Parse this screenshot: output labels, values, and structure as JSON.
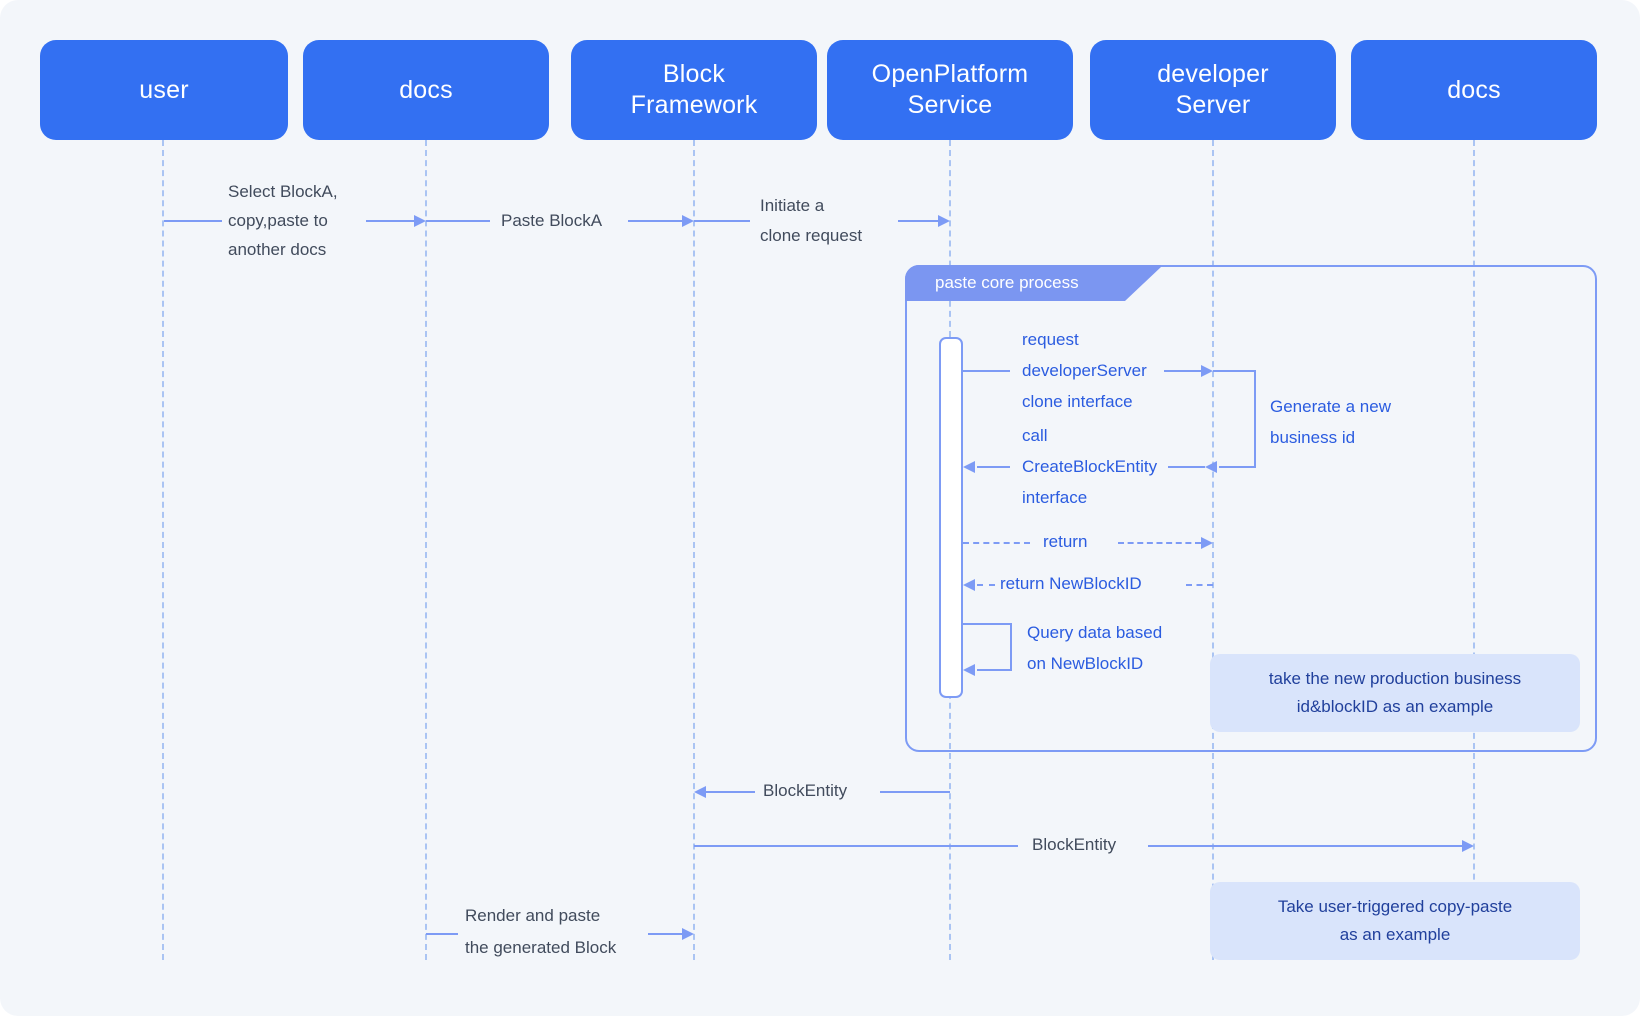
{
  "diagram": {
    "actors": [
      {
        "label": "user"
      },
      {
        "label": "docs"
      },
      {
        "label": "Block\nFramework"
      },
      {
        "label": "OpenPlatform\nService"
      },
      {
        "label": "developer\nServer"
      },
      {
        "label": "docs"
      }
    ],
    "frame": {
      "label": "paste core process"
    },
    "messages": {
      "select_copy_paste": "Select BlockA,\ncopy,paste to\nanother docs",
      "paste_blocka": "Paste BlockA",
      "initiate_clone": "Initiate a\nclone request",
      "request_developer_clone": "request\ndeveloperServer\nclone interface",
      "generate_business_id": "Generate a new\nbusiness id",
      "call_create_block_entity": "call\nCreateBlockEntity\ninterface",
      "return": "return",
      "return_newblockid": "return NewBlockID",
      "query_data": "Query data based\non NewBlockID",
      "block_entity_1": "BlockEntity",
      "block_entity_2": "BlockEntity",
      "render_paste": "Render and paste\nthe generated Block"
    },
    "notes": {
      "production_example": "take the new production business\nid&blockID as an example",
      "copy_paste_example": "Take user-triggered copy-paste\nas an example"
    },
    "colors": {
      "background": "#f3f6fa",
      "actor_fill": "#3370f2",
      "arrow": "#7d9bf5",
      "lifeline": "#aac4f3",
      "frame_border": "#7d9bf5",
      "frame_tab": "#7b96f1",
      "blue_text": "#2b5ce0",
      "dark_text": "#414b5c",
      "note_fill": "#d9e4fb",
      "note_text": "#21409c"
    }
  }
}
